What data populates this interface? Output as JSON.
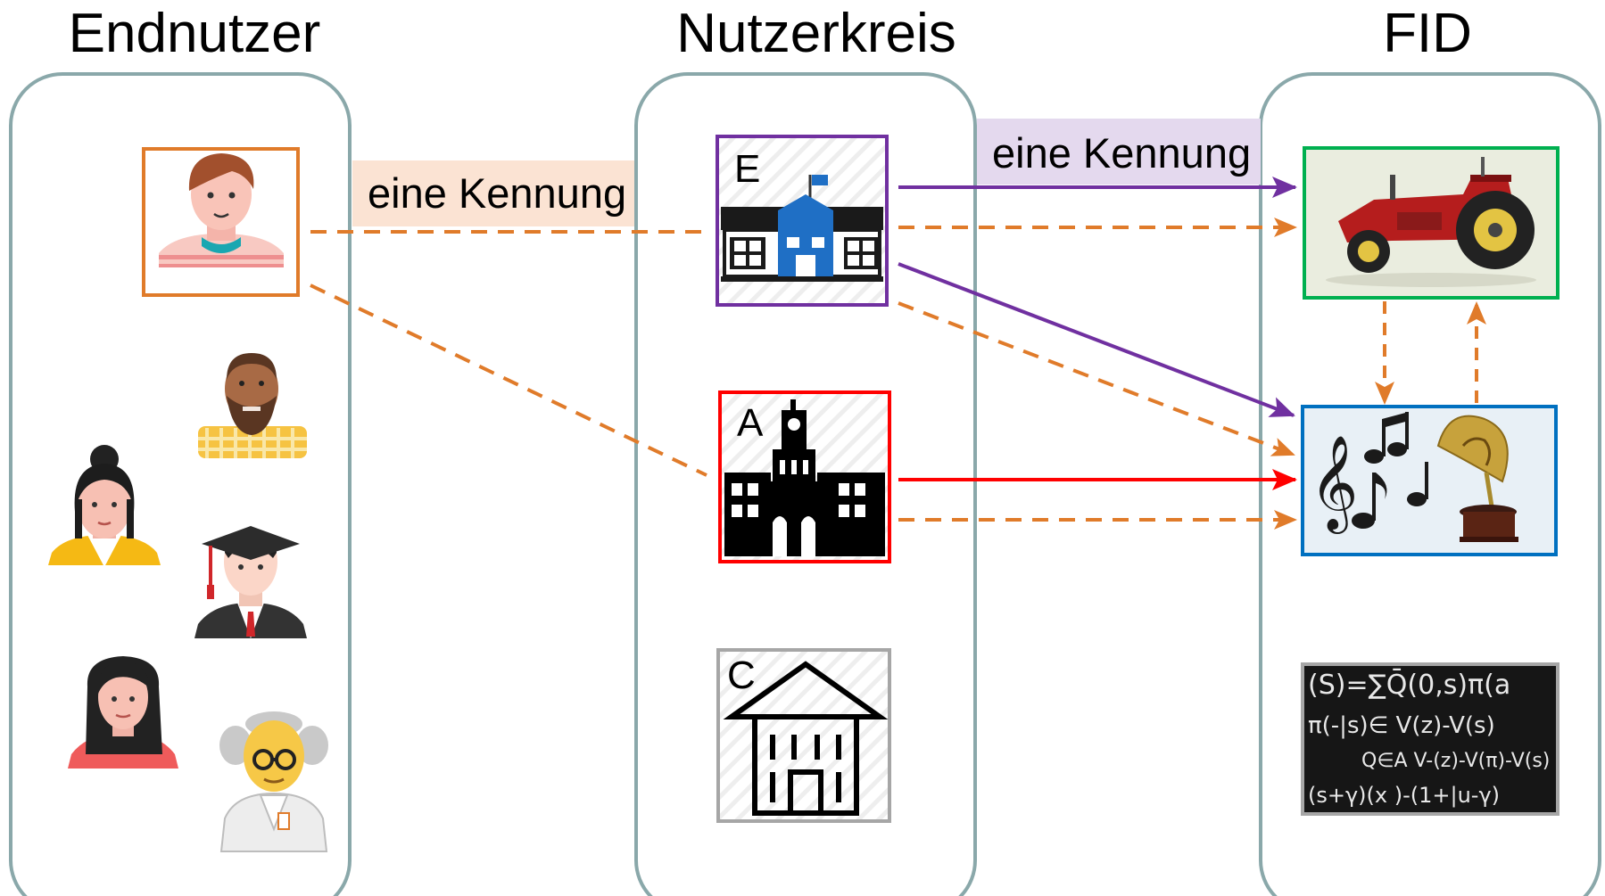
{
  "columns": {
    "endnutzer_title": "Endnutzer",
    "nutzerkreis_title": "Nutzerkreis",
    "fid_title": "FID"
  },
  "labels": {
    "kennung_left": "eine Kennung",
    "kennung_right": "eine Kennung"
  },
  "institutions": [
    {
      "letter": "E",
      "icon": "school-building-icon",
      "border_color": "#7030a0"
    },
    {
      "letter": "A",
      "icon": "university-building-icon",
      "border_color": "#ff0000"
    },
    {
      "letter": "C",
      "icon": "house-building-icon",
      "border_color": "#a6a6a6"
    }
  ],
  "fid_items": [
    {
      "icon": "tractor-icon",
      "border_color": "#00b050"
    },
    {
      "icon": "music-notes-gramophone-icon",
      "border_color": "#0070c0"
    },
    {
      "icon": "math-blackboard-icon",
      "border_color": "#a6a6a6"
    }
  ],
  "users": [
    {
      "icon": "young-man-avatar-icon",
      "selected": true,
      "border_color": "#e07b2a"
    },
    {
      "icon": "bearded-man-avatar-icon"
    },
    {
      "icon": "woman-bun-avatar-icon"
    },
    {
      "icon": "graduate-avatar-icon"
    },
    {
      "icon": "woman-long-hair-avatar-icon"
    },
    {
      "icon": "professor-avatar-icon"
    }
  ],
  "colors": {
    "panel_border": "#8aa8aa",
    "dashed_arrow": "#e07b2a",
    "purple_arrow": "#7030a0",
    "red_arrow": "#ff0000",
    "kennung_left_bg": "#fbe3d3",
    "kennung_right_bg": "#e4d9ee"
  }
}
